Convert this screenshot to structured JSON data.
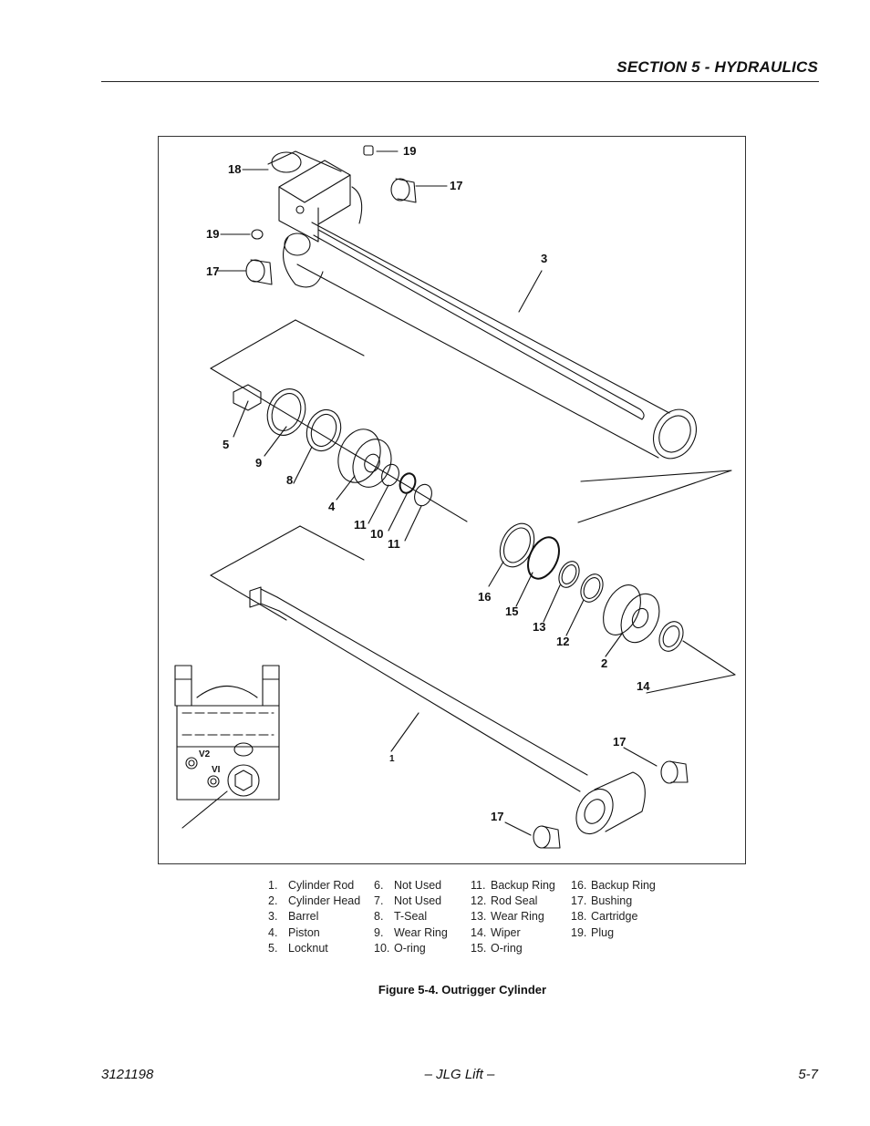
{
  "header": {
    "section_title": "SECTION 5 - HYDRAULICS"
  },
  "figure": {
    "callouts": [
      "19",
      "18",
      "17",
      "19",
      "17",
      "3",
      "5",
      "9",
      "8",
      "4",
      "11",
      "10",
      "11",
      "16",
      "15",
      "13",
      "12",
      "2",
      "14",
      "1",
      "17",
      "17"
    ],
    "valve_labels": {
      "v2": "V2",
      "v1": "VI"
    }
  },
  "legend": {
    "columns": [
      [
        {
          "num": "1.",
          "label": "Cylinder Rod"
        },
        {
          "num": "2.",
          "label": "Cylinder Head"
        },
        {
          "num": "3.",
          "label": "Barrel"
        },
        {
          "num": "4.",
          "label": "Piston"
        },
        {
          "num": "5.",
          "label": "Locknut"
        }
      ],
      [
        {
          "num": "6.",
          "label": "Not Used"
        },
        {
          "num": "7.",
          "label": "Not Used"
        },
        {
          "num": "8.",
          "label": "T-Seal"
        },
        {
          "num": "9.",
          "label": "Wear Ring"
        },
        {
          "num": "10.",
          "label": "O-ring"
        }
      ],
      [
        {
          "num": "11.",
          "label": "Backup Ring"
        },
        {
          "num": "12.",
          "label": "Rod Seal"
        },
        {
          "num": "13.",
          "label": "Wear Ring"
        },
        {
          "num": "14.",
          "label": "Wiper"
        },
        {
          "num": "15.",
          "label": "O-ring"
        }
      ],
      [
        {
          "num": "16.",
          "label": "Backup Ring"
        },
        {
          "num": "17.",
          "label": "Bushing"
        },
        {
          "num": "18.",
          "label": "Cartridge"
        },
        {
          "num": "19.",
          "label": "Plug"
        }
      ]
    ]
  },
  "caption": "Figure 5-4.  Outrigger Cylinder",
  "footer": {
    "doc_number": "3121198",
    "center": "– JLG Lift –",
    "page": "5-7"
  }
}
